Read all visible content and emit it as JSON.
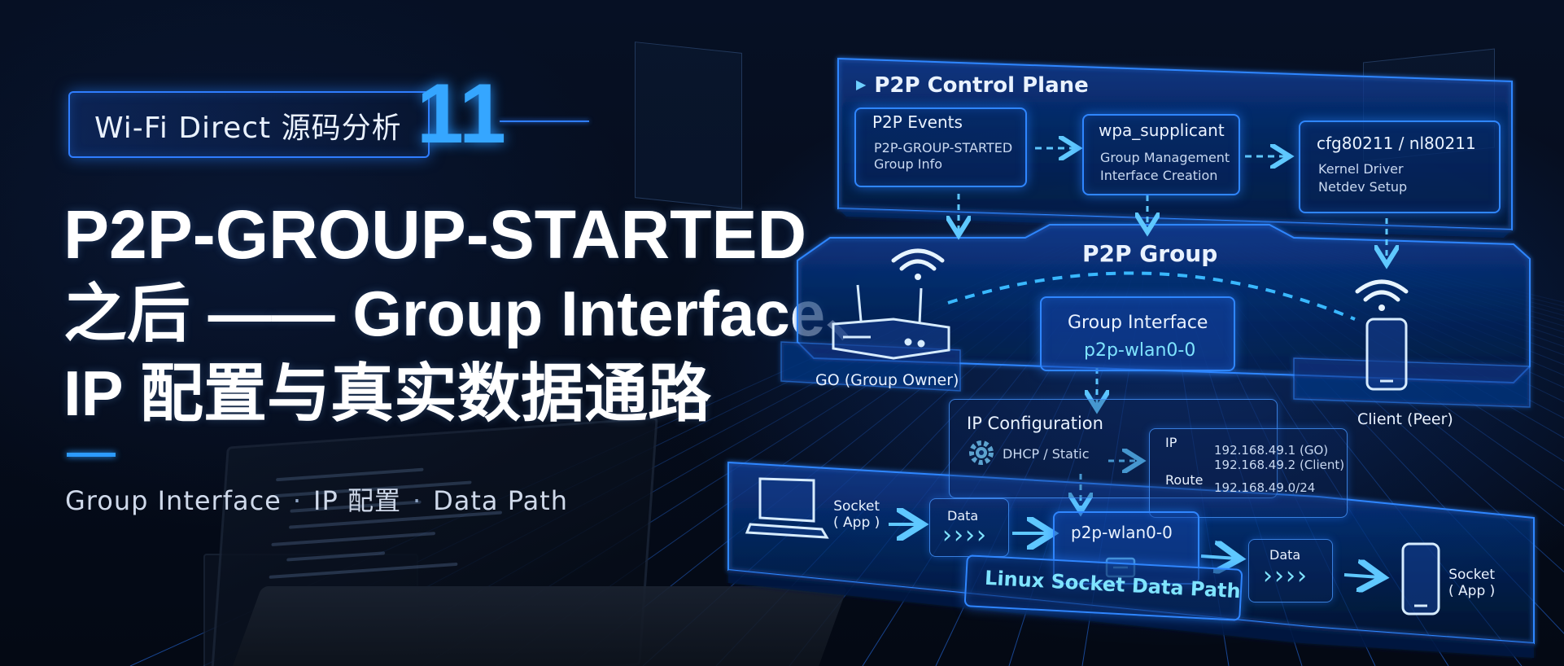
{
  "hero": {
    "tag_text": "Wi-Fi Direct 源码分析",
    "tag_number": "11",
    "title_line1": "P2P-GROUP-STARTED",
    "title_line2": "之后 —— Group Interface、",
    "title_line3": "IP 配置与真实数据通路",
    "subtitle_items": [
      "Group Interface",
      "IP 配置",
      "Data Path"
    ],
    "subtitle_separator": "·"
  },
  "control_plane": {
    "title": "P2P Control Plane",
    "boxes": [
      {
        "title": "P2P Events",
        "lines": [
          "P2P-GROUP-STARTED",
          "Group Info"
        ]
      },
      {
        "title": "wpa_supplicant",
        "lines": [
          "Group Management",
          "Interface Creation"
        ]
      },
      {
        "title": "cfg80211 / nl80211",
        "lines": [
          "Kernel Driver",
          "Netdev Setup"
        ]
      }
    ]
  },
  "group": {
    "title": "P2P Group",
    "go_label": "GO (Group Owner)",
    "client_label": "Client (Peer)",
    "interface_title": "Group Interface",
    "interface_name": "p2p-wlan0-0"
  },
  "ip_config": {
    "title": "IP Configuration",
    "method": "DHCP / Static",
    "ip_label": "IP",
    "ip_values": [
      "192.168.49.1 (GO)",
      "192.168.49.2 (Client)"
    ],
    "route_label": "Route",
    "route_value": "192.168.49.0/24"
  },
  "data_path": {
    "socket_left": [
      "Socket",
      "( App )"
    ],
    "data_label_1": "Data",
    "data_chevrons": "››››",
    "netdev": "p2p-wlan0-0",
    "data_label_2": "Data",
    "socket_right": [
      "Socket",
      "( App )"
    ],
    "caption": "Linux Socket Data Path"
  },
  "colors": {
    "accent": "#2f86ff",
    "accent_light": "#35a6ff",
    "cyan": "#7fe4ff",
    "background": "#040a16"
  },
  "icons": [
    "wifi-icon",
    "router-icon",
    "phone-icon",
    "gear-icon",
    "laptop-icon",
    "chip-icon"
  ]
}
